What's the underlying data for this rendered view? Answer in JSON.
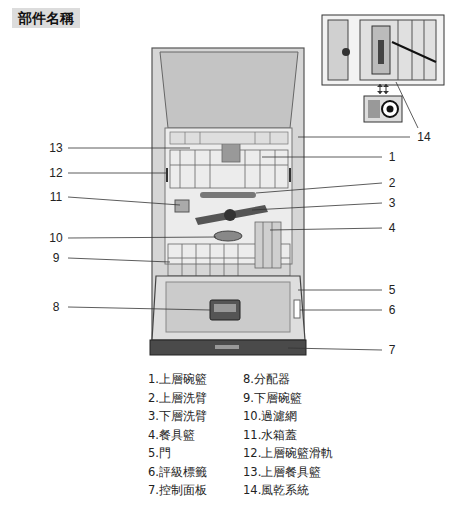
{
  "diagram": {
    "title": "部件名稱",
    "labels": [
      "13",
      "1",
      "12",
      "2",
      "11",
      "3",
      "4",
      "10",
      "9",
      "5",
      "8",
      "6",
      "7",
      "14",
      "1.上層碗籃",
      "8.分配器",
      "2.上層洗臂",
      "9.下層碗籃",
      "3.下層洗臂",
      "10.過濾網",
      "4.餐具籃",
      "11.水箱蓋",
      "5.門",
      "12.上層碗籃滑軌",
      "6.評級標籤",
      "13.上層餐具籃",
      "7.控制面板",
      "14.風乾系統"
    ]
  }
}
